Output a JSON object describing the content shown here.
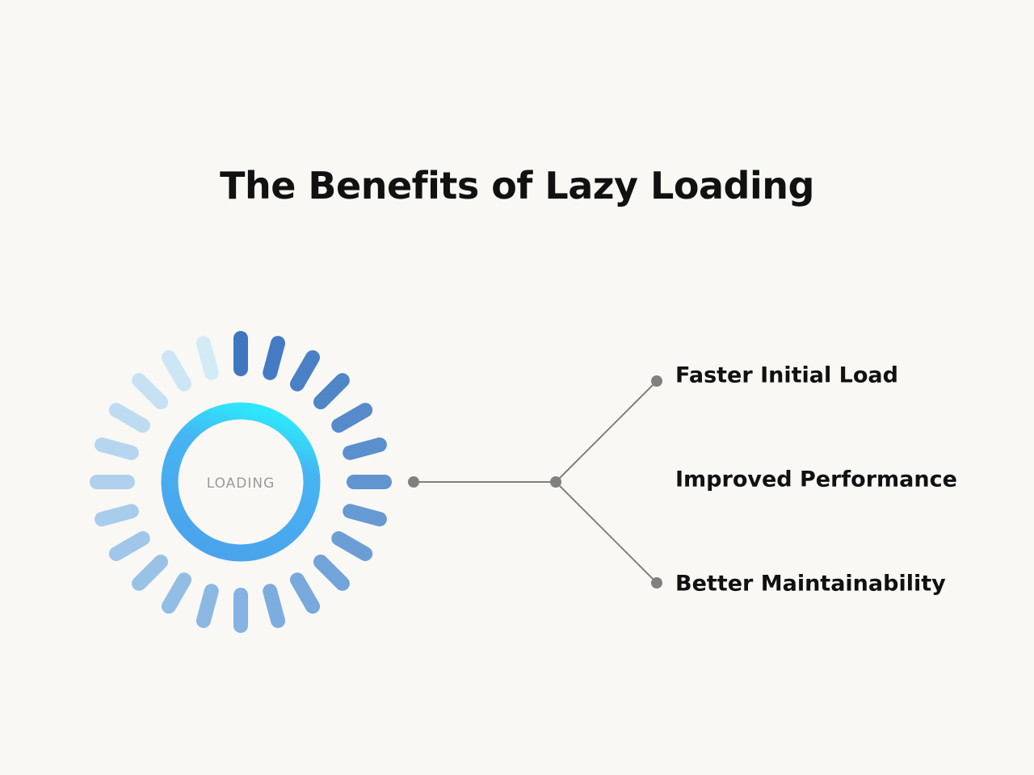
{
  "title": "The Benefits of Lazy Loading",
  "loader": {
    "text": "LOADING",
    "tick_count": 24,
    "colors": {
      "ring_start": "#2ee6fa",
      "ring_end": "#4aa3ec",
      "tick_dark": "#3f76c0",
      "tick_mid": "#80b0e0",
      "tick_light": "#d3ebf7"
    }
  },
  "benefits": [
    {
      "label": "Faster Initial Load"
    },
    {
      "label": "Improved Performance"
    },
    {
      "label": "Better Maintainability"
    }
  ],
  "connector_color": "#808080"
}
